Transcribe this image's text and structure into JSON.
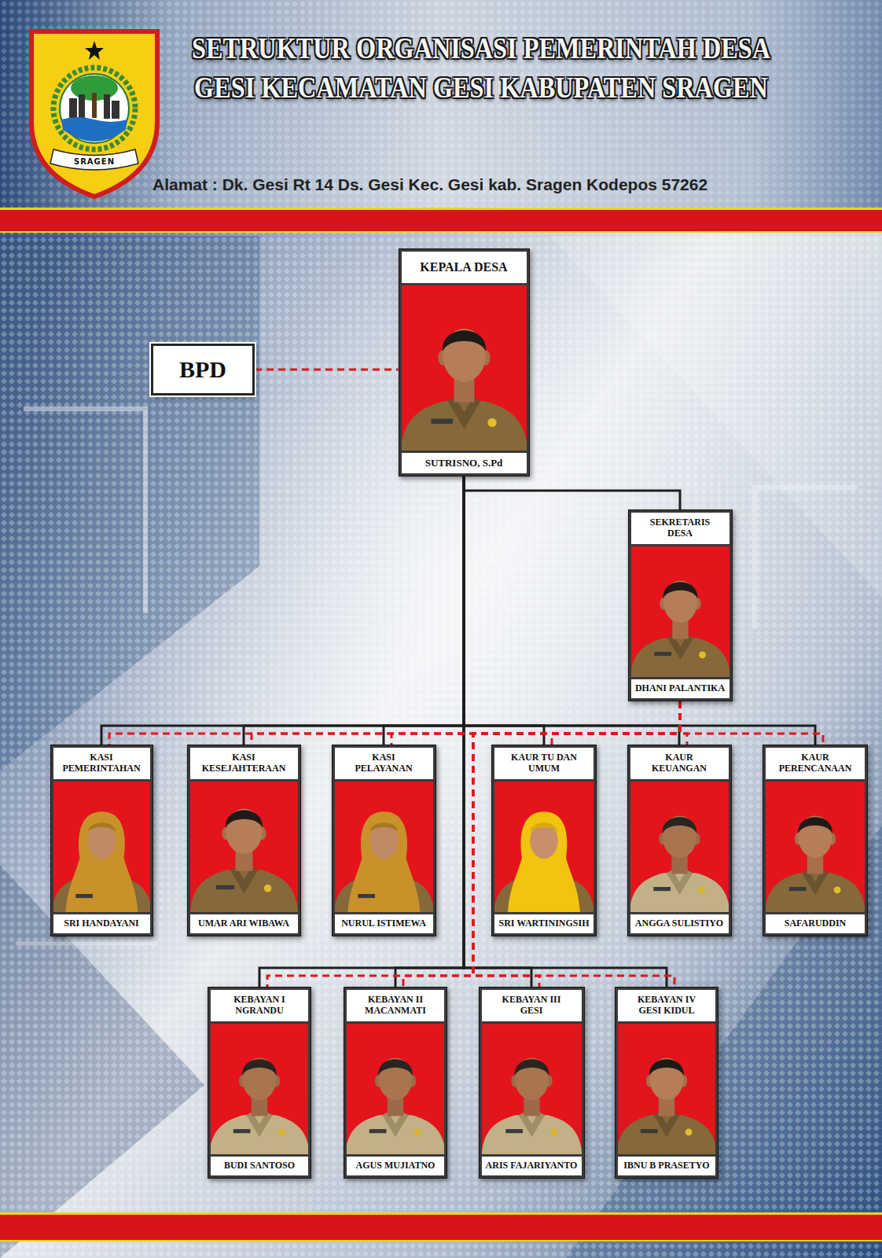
{
  "diagram": {
    "title": "SETRUKTUR ORGANISASI PEMERINTAH DESA GESI KECAMATAN GESI KABUPATEN SRAGEN",
    "nodes": [
      {
        "text": [
          "KEPALA DESA",
          "SUTRISNO, S.Pd"
        ]
      },
      {
        "text": [
          "BPD"
        ]
      },
      {
        "text": [
          "SEKRETARIS DESA",
          "DHANI PALANTIKA"
        ]
      },
      {
        "text": [
          "KASI PEMERINTAHAN",
          "SRI HANDAYANI"
        ]
      },
      {
        "text": [
          "KASI KESEJAHTERAAN",
          "UMAR ARI WIBAWA"
        ]
      },
      {
        "text": [
          "KASI PELAYANAN",
          "NURUL ISTIMEWA"
        ]
      },
      {
        "text": [
          "KAUR TU DAN UMUM",
          "SRI WARTININGSIH"
        ]
      },
      {
        "text": [
          "KAUR KEUANGAN",
          "ANGGA SULISTIYO"
        ]
      },
      {
        "text": [
          "KAUR PERENCANAAN",
          "SAFARUDDIN"
        ]
      },
      {
        "text": [
          "KEBAYAN I NGRANDU",
          "BUDI SANTOSO"
        ]
      },
      {
        "text": [
          "KEBAYAN II MACANMATI",
          "AGUS MUJIATNO"
        ]
      },
      {
        "text": [
          "KEBAYAN III GESI",
          "ARIS FAJARIYANTO"
        ]
      },
      {
        "text": [
          "KEBAYAN IV GESI KIDUL",
          "IBNU B PRASETYO"
        ]
      }
    ],
    "edges": [
      {
        "from": 1,
        "to": 0,
        "arrow": "none"
      },
      {
        "from": 0,
        "to": 2,
        "arrow": "none"
      },
      {
        "from": 0,
        "to": 3,
        "arrow": "none"
      },
      {
        "from": 0,
        "to": 4,
        "arrow": "none"
      },
      {
        "from": 0,
        "to": 5,
        "arrow": "none"
      },
      {
        "from": 0,
        "to": 6,
        "arrow": "none"
      },
      {
        "from": 0,
        "to": 7,
        "arrow": "none"
      },
      {
        "from": 0,
        "to": 8,
        "arrow": "none"
      },
      {
        "from": 0,
        "to": 9,
        "arrow": "none"
      },
      {
        "from": 0,
        "to": 10,
        "arrow": "none"
      },
      {
        "from": 0,
        "to": 11,
        "arrow": "none"
      },
      {
        "from": 0,
        "to": 12,
        "arrow": "none"
      },
      {
        "from": 2,
        "to": 3,
        "arrow": "none"
      },
      {
        "from": 2,
        "to": 4,
        "arrow": "none"
      },
      {
        "from": 2,
        "to": 5,
        "arrow": "none"
      },
      {
        "from": 2,
        "to": 6,
        "arrow": "none"
      },
      {
        "from": 2,
        "to": 7,
        "arrow": "none"
      },
      {
        "from": 2,
        "to": 8,
        "arrow": "none"
      },
      {
        "from": 2,
        "to": 9,
        "arrow": "none"
      },
      {
        "from": 2,
        "to": 10,
        "arrow": "none"
      },
      {
        "from": 2,
        "to": 11,
        "arrow": "none"
      },
      {
        "from": 2,
        "to": 12,
        "arrow": "none"
      }
    ],
    "labels": [
      "Alamat : Dk. Gesi Rt 14 Ds. Gesi Kec. Gesi kab. Sragen Kodepos 57262",
      "SRAGEN"
    ]
  }
}
